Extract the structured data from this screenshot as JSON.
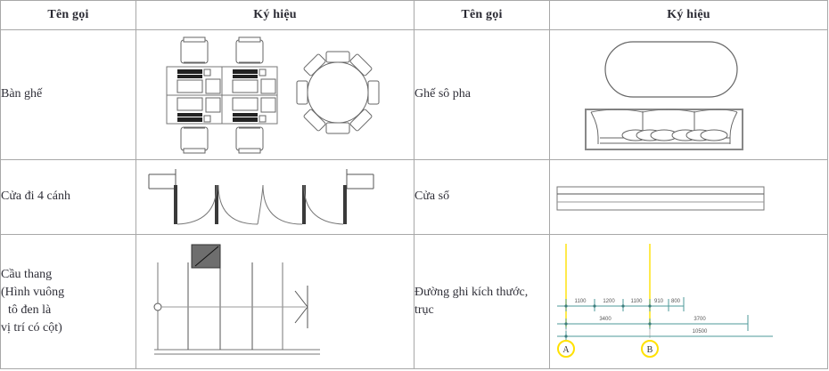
{
  "table": {
    "headers": {
      "name": "Tên gọi",
      "symbol": "Ký hiệu"
    },
    "rows": [
      {
        "left_name": "Bàn ghế",
        "left_symbol": "desk-cluster-and-round-table-plan",
        "right_name": "Ghế sô pha",
        "right_symbol": "oval-table-and-sofa-plan"
      },
      {
        "left_name": "Cửa đi 4 cánh",
        "left_symbol": "four-leaf-door-swing-plan",
        "right_name": "Cửa sổ",
        "right_symbol": "window-plan"
      },
      {
        "left_name_line1": "Cầu thang",
        "left_name_line2": "(Hình vuông",
        "left_name_line3": "tô đen là",
        "left_name_line4": "vị trí có cột)",
        "left_symbol": "staircase-plan",
        "right_name_line1": "Đường ghi kích thước,",
        "right_name_line2": "trục",
        "right_symbol": "dimension-line-and-grid-axes"
      }
    ]
  },
  "dimension_drawing": {
    "segments": [
      "1100",
      "1200",
      "1100",
      "910",
      "800"
    ],
    "sub_total": "3400",
    "second_chain": "3700",
    "overall": "10500",
    "grid_bubbles": [
      "A",
      "B"
    ],
    "colors": {
      "dimension_line": "#4e9a9a",
      "grid_axis": "#ffe100",
      "text": "#555555"
    }
  },
  "colors": {
    "border": "#a8a8a8",
    "text": "#2f2f38",
    "line": "#555555",
    "fill_dark": "#6e6e6e"
  }
}
